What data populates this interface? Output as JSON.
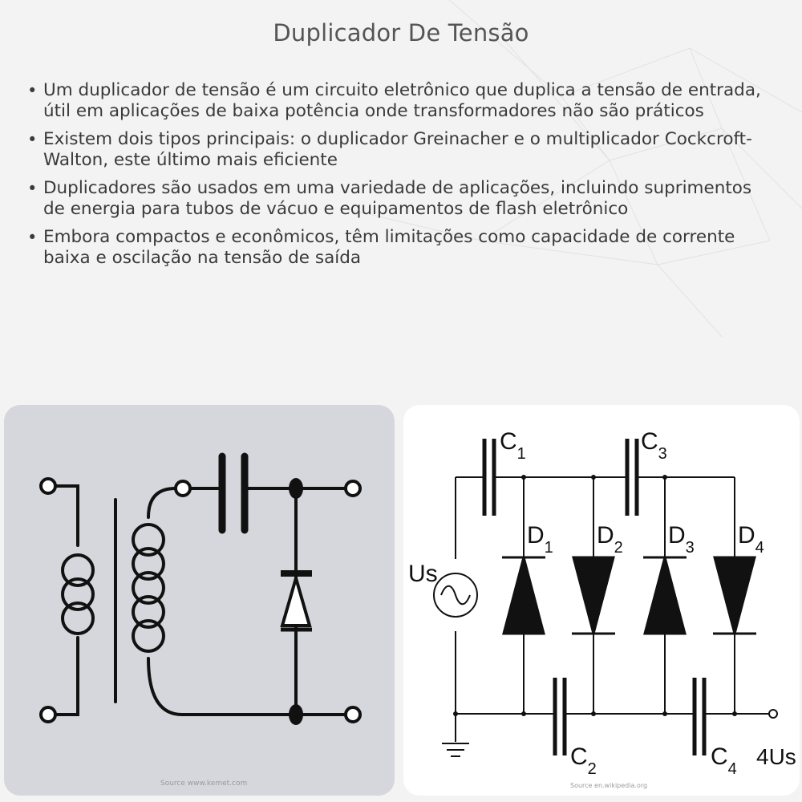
{
  "title": "Duplicador De Tensão",
  "bullets": [
    "Um duplicador de tensão é um circuito eletrônico que duplica a tensão de entrada, útil em aplicações de baixa potência onde transformadores não são práticos",
    "Existem dois tipos principais: o duplicador Greinacher e o multiplicador Cockcroft-Walton, este último mais eficiente",
    "Duplicadores são usados em uma variedade de aplicações, incluindo suprimentos de energia para tubos de vácuo e equipamentos de flash eletrônico",
    "Embora compactos e econômicos, têm limitações como capacidade de corrente baixa e oscilação na tensão de saída"
  ],
  "bullet_symbol": "•",
  "left_diagram": {
    "source": "Source www.kemet.com"
  },
  "right_diagram": {
    "source": "Source en.wikipedia.org",
    "labels": {
      "c1": "C",
      "c1_sub": "1",
      "c2": "C",
      "c2_sub": "2",
      "c3": "C",
      "c3_sub": "3",
      "c4": "C",
      "c4_sub": "4",
      "d1": "D",
      "d1_sub": "1",
      "d2": "D",
      "d2_sub": "2",
      "d3": "D",
      "d3_sub": "3",
      "d4": "D",
      "d4_sub": "4",
      "us": "Us",
      "out": "4Us"
    }
  }
}
